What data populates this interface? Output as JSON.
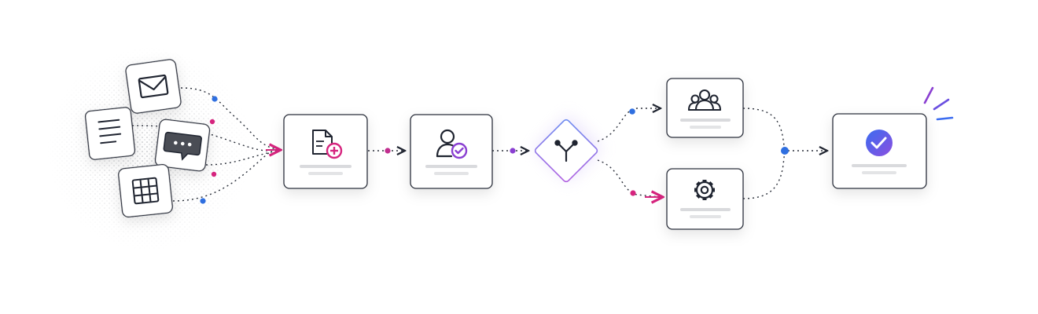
{
  "colors": {
    "magenta": "#d6247e",
    "blue": "#2f6fe0",
    "purple": "#8a3fd1",
    "ink": "#1f2430",
    "card_border": "#3a3f4a",
    "placeholder_bar": "#d9dadd",
    "check_gradient_start": "#3b6cf0",
    "check_gradient_end": "#8b4fe0"
  },
  "nodes": {
    "sources": [
      {
        "id": "email",
        "icon": "envelope-icon"
      },
      {
        "id": "document",
        "icon": "text-lines-icon"
      },
      {
        "id": "chat",
        "icon": "chat-bubble-icon"
      },
      {
        "id": "spreadsheet",
        "icon": "table-grid-icon"
      }
    ],
    "steps": [
      {
        "id": "create-document",
        "icon": "document-plus-icon"
      },
      {
        "id": "verify-user",
        "icon": "user-check-icon"
      },
      {
        "id": "split",
        "icon": "branch-fork-icon"
      },
      {
        "id": "team",
        "icon": "team-icon"
      },
      {
        "id": "settings",
        "icon": "gear-icon"
      },
      {
        "id": "done",
        "icon": "check-circle-icon"
      }
    ]
  },
  "edges": [
    {
      "from": "email",
      "to": "create-document",
      "color": "blue"
    },
    {
      "from": "document",
      "to": "create-document",
      "color": "magenta"
    },
    {
      "from": "chat",
      "to": "create-document",
      "color": "magenta"
    },
    {
      "from": "spreadsheet",
      "to": "create-document",
      "color": "blue"
    },
    {
      "from": "create-document",
      "to": "verify-user",
      "color": "magenta"
    },
    {
      "from": "verify-user",
      "to": "split",
      "color": "purple"
    },
    {
      "from": "split",
      "to": "team",
      "color": "blue"
    },
    {
      "from": "split",
      "to": "settings",
      "color": "magenta"
    },
    {
      "from": "team",
      "to": "done",
      "color": "blue"
    },
    {
      "from": "settings",
      "to": "done",
      "color": "blue"
    }
  ]
}
